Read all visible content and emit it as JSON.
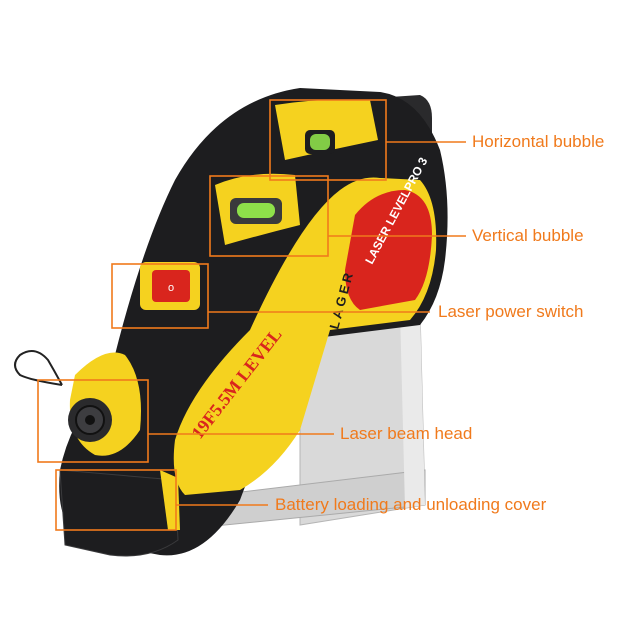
{
  "colors": {
    "callout": "#f07a1c",
    "body_yellow": "#f5d21f",
    "body_black": "#1d1d1f",
    "switch_red": "#d9251d",
    "vial_green": "#8ee04a"
  },
  "device": {
    "brand_text": "LASER LEVELPRO 3",
    "side_brand": "LAGER",
    "tape_text": "19F5.5M LEVEL",
    "switch_mark": "o"
  },
  "callouts": [
    {
      "id": "horizontal-bubble",
      "label": "Horizontal bubble"
    },
    {
      "id": "vertical-bubble",
      "label": "Vertical bubble"
    },
    {
      "id": "laser-power-switch",
      "label": "Laser power switch"
    },
    {
      "id": "laser-beam-head",
      "label": "Laser beam head"
    },
    {
      "id": "battery-cover",
      "label": "Battery loading and unloading cover"
    }
  ]
}
